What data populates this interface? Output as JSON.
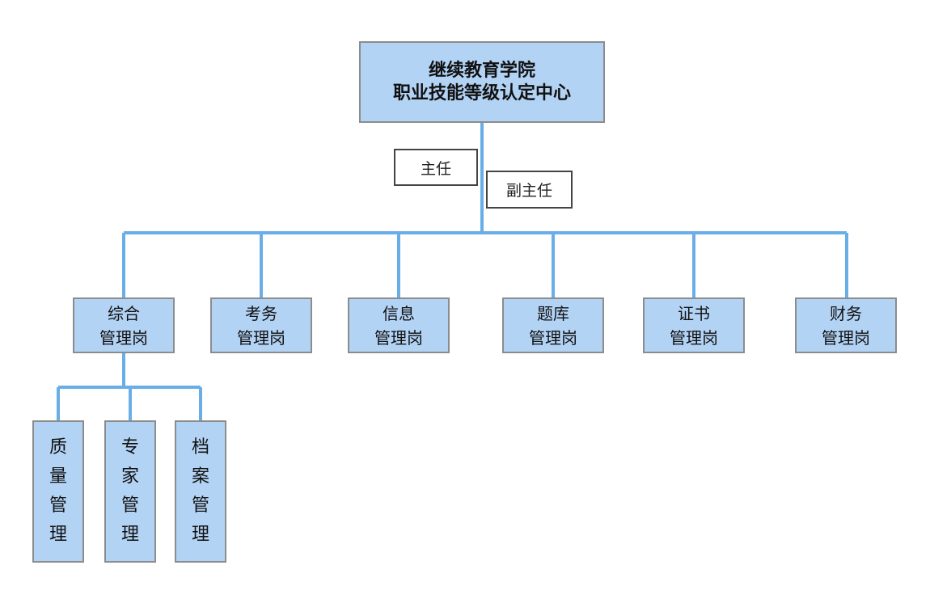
{
  "root": {
    "line1": "继续教育学院",
    "line2": "职业技能等级认定中心"
  },
  "roles": {
    "director": "主任",
    "deputy_director": "副主任"
  },
  "departments": [
    {
      "line1": "综合",
      "line2": "管理岗"
    },
    {
      "line1": "考务",
      "line2": "管理岗"
    },
    {
      "line1": "信息",
      "line2": "管理岗"
    },
    {
      "line1": "题库",
      "line2": "管理岗"
    },
    {
      "line1": "证书",
      "line2": "管理岗"
    },
    {
      "line1": "财务",
      "line2": "管理岗"
    }
  ],
  "sub_units": [
    {
      "chars": [
        "质",
        "量",
        "管",
        "理"
      ]
    },
    {
      "chars": [
        "专",
        "家",
        "管",
        "理"
      ]
    },
    {
      "chars": [
        "档",
        "案",
        "管",
        "理"
      ]
    }
  ],
  "colors": {
    "box_fill": "#b3d3f5",
    "box_border": "#8c8c8c",
    "connector": "#6aaee8"
  }
}
